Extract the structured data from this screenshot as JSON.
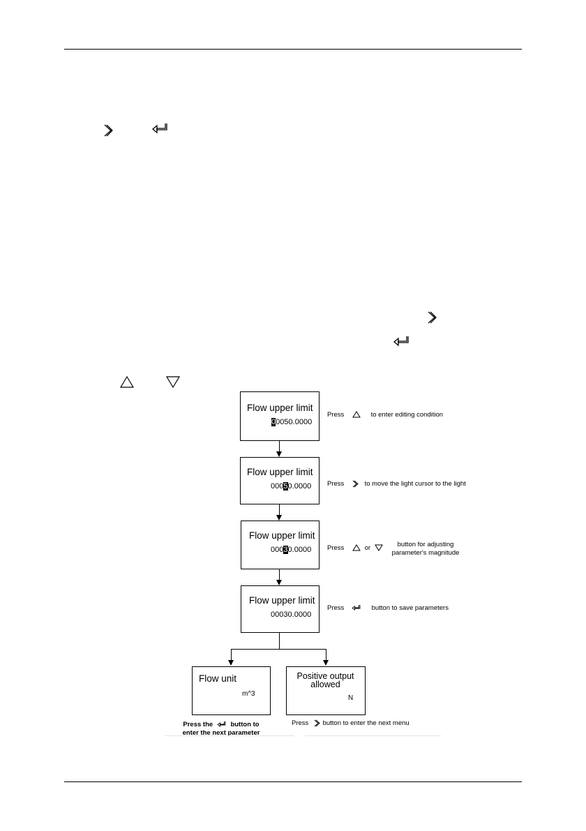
{
  "flowchart": {
    "steps": [
      {
        "title": "Flow upper limit",
        "value": "00050.0000",
        "cursor_index": 0,
        "note_prefix": "Press",
        "note_icon": "up-triangle-icon",
        "note_suffix": "to enter editing condition"
      },
      {
        "title": "Flow upper limit",
        "value": "00050.0000",
        "cursor_index": 3,
        "note_prefix": "Press",
        "note_icon": "right-chevron-icon",
        "note_suffix": "to move the light cursor to the light"
      },
      {
        "title": "Flow upper limit",
        "value": "00030.0000",
        "cursor_index": 3,
        "note_prefix": "Press",
        "note_or": "or",
        "note_line1": "button for adjusting",
        "note_line2": "parameter's magnitude"
      },
      {
        "title": "Flow upper limit",
        "value": "00030.0000",
        "note_prefix": "Press",
        "note_icon": "enter-arrow-icon",
        "note_suffix": "button to save parameters"
      }
    ],
    "branches": {
      "left": {
        "title": "Flow unit",
        "value": "m^3",
        "note_part1": "Press the",
        "note_part2": "button to",
        "note_line2": "enter the next parameter"
      },
      "right": {
        "title_line1": "Positive output",
        "title_line2": "allowed",
        "value": "N",
        "note_prefix": "Press",
        "note_suffix": "button to enter the next menu"
      }
    }
  },
  "colors": {
    "ink": "#000000",
    "paper": "#ffffff",
    "faint_rule": "#e4e4e4"
  }
}
